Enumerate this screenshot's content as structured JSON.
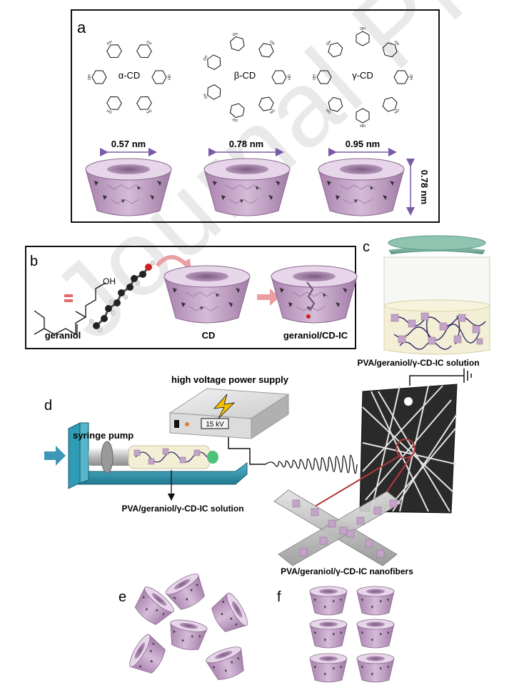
{
  "watermark": "Journal Pre-proofs",
  "panel_a": {
    "letter": "a",
    "cyclodextrins": [
      {
        "name": "α-CD",
        "cavity": "0.57 nm"
      },
      {
        "name": "β-CD",
        "cavity": "0.78 nm"
      },
      {
        "name": "γ-CD",
        "cavity": "0.95 nm"
      }
    ],
    "height": "0.78 nm"
  },
  "panel_b": {
    "letter": "b",
    "oh_label": "OH",
    "geraniol": "geraniol",
    "cd": "CD",
    "complex": "geraniol/CD-IC"
  },
  "panel_c": {
    "letter": "c",
    "caption": "PVA/geraniol/γ-CD-IC solution"
  },
  "panel_d": {
    "letter": "d",
    "power_supply": "high voltage power supply",
    "voltage": "15 kV",
    "syringe_pump": "syringe pump",
    "solution": "PVA/geraniol/γ-CD-IC solution",
    "nanofibers": "PVA/geraniol/γ-CD-IC nanofibers"
  },
  "panel_e": {
    "letter": "e"
  },
  "panel_f": {
    "letter": "f"
  },
  "colors": {
    "cd_body": "#c5a3c8",
    "cd_dark": "#8f6b94",
    "cd_top": "#e6d3e8",
    "pump": "#2f9bb4",
    "arrow": "#7a5aa6",
    "pink_arrow": "#eaa0a2",
    "lid": "#6eaa96"
  }
}
